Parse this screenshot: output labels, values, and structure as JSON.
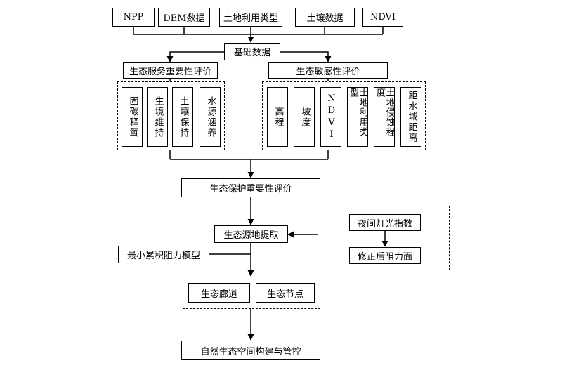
{
  "inputs": {
    "npp": "NPP",
    "dem": "DEM数据",
    "landuse": "土地利用类型",
    "soil": "土壤数据",
    "ndvi": "NDVI"
  },
  "base_data": "基础数据",
  "service_eval": {
    "title": "生态服务重要性评价",
    "items": [
      "固碳释氧",
      "生境维持",
      "土壤保持",
      "水源涵养"
    ]
  },
  "sensitivity_eval": {
    "title": "生态敏感性评价",
    "items": [
      "高程",
      "坡度",
      "NDVI",
      "土地利用类型",
      "土地侵蚀程度",
      "距水域距离"
    ]
  },
  "protection_eval": "生态保护重要性评价",
  "source_extraction": "生态源地提取",
  "night_light_index": "夜间灯光指数",
  "corrected_resistance": "修正后阻力面",
  "mcr_model": "最小累积阻力模型",
  "corridor": "生态廊道",
  "node": "生态节点",
  "final": "自然生态空间构建与管控"
}
